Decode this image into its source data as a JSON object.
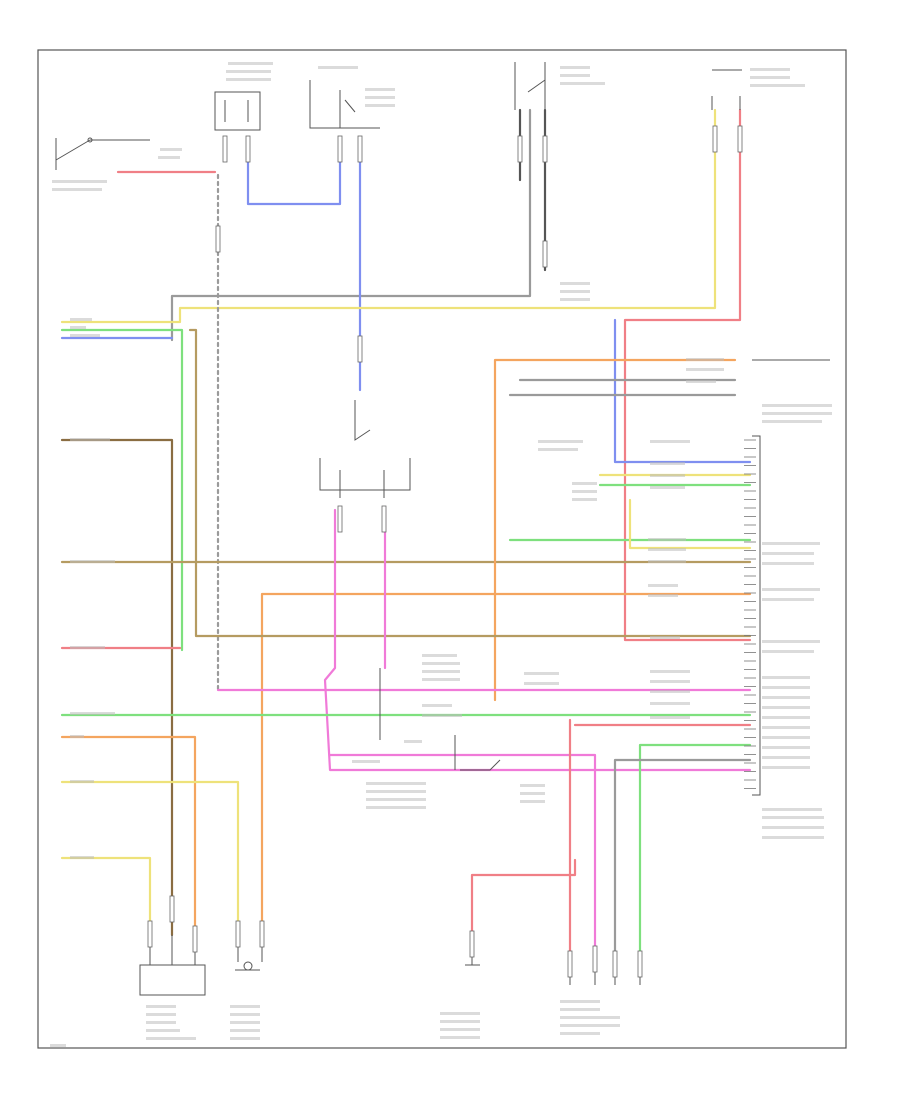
{
  "diagram": {
    "footer_code": "",
    "wire_colors": {
      "gray": "#9a9a9a",
      "blue": "#7f8ff0",
      "red": "#f07f86",
      "pink": "#f07ad8",
      "orange": "#f4a55f",
      "yellow": "#eee27a",
      "green": "#7ee07e",
      "tan": "#b59b61",
      "brown": "#8a6d42",
      "black": "#555555"
    },
    "components": [
      {
        "id": "brake-switch"
      },
      {
        "id": "speed-sensor-top"
      },
      {
        "id": "fuse-block-top"
      },
      {
        "id": "power-relay"
      },
      {
        "id": "trans-solenoid-top"
      },
      {
        "id": "range-switch"
      },
      {
        "id": "trans-control-module"
      },
      {
        "id": "pressure-switch-assembly"
      },
      {
        "id": "trans-speed-sensor-bottom"
      },
      {
        "id": "input-sensor-bottom"
      },
      {
        "id": "shift-solenoid-bottom-a"
      },
      {
        "id": "shift-solenoid-bottom-b"
      }
    ]
  }
}
